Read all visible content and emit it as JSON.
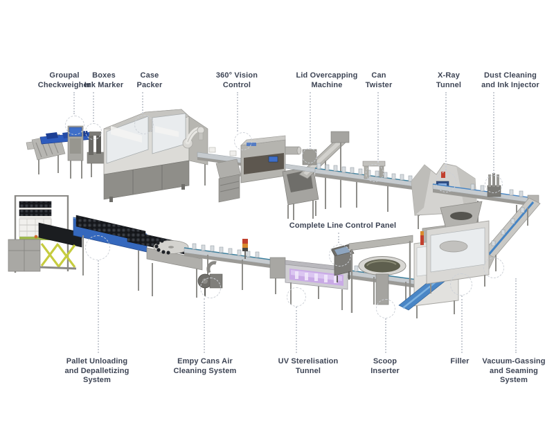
{
  "diagram_title": "Canning / Filling Production Line Diagram",
  "colors": {
    "background": "#ffffff",
    "label_text": "#3d4454",
    "leader_line": "#c9cdd4",
    "conveyor_blue": "#2e5cbe",
    "machine_gray": "#c3c2be",
    "uv_glow": "#c9aae6",
    "scissor_lift_yellow": "#c6cc3f",
    "beacon_red": "#c2402e"
  },
  "labels": {
    "top": [
      {
        "id": "groupal-checkweigher",
        "text": "Groupal\nCheckweigher"
      },
      {
        "id": "boxes-ink-marker",
        "text": "Boxes\nInk Marker"
      },
      {
        "id": "case-packer",
        "text": "Case\nPacker"
      },
      {
        "id": "vision-control",
        "text": "360° Vision\nControl"
      },
      {
        "id": "lid-overcapping",
        "text": "Lid Overcapping\nMachine"
      },
      {
        "id": "can-twister",
        "text": "Can\nTwister"
      },
      {
        "id": "xray-tunnel",
        "text": "X-Ray\nTunnel"
      },
      {
        "id": "dust-cleaning",
        "text": "Dust Cleaning\nand Ink Injector"
      }
    ],
    "middle": {
      "id": "complete-line-control-panel",
      "text": "Complete Line Control Panel"
    },
    "bottom": [
      {
        "id": "pallet-unloading",
        "text": "Pallet Unloading\nand Depalletizing\nSystem"
      },
      {
        "id": "empy-cans-air",
        "text": "Empy Cans Air\nCleaning System"
      },
      {
        "id": "uv-sterelisation",
        "text": "UV Sterelisation\nTunnel"
      },
      {
        "id": "scoop-inserter",
        "text": "Scoop\nInserter"
      },
      {
        "id": "filler",
        "text": "Filler"
      },
      {
        "id": "vacuum-gassing",
        "text": "Vacuum-Gassing\nand Seaming\nSystem"
      }
    ]
  }
}
